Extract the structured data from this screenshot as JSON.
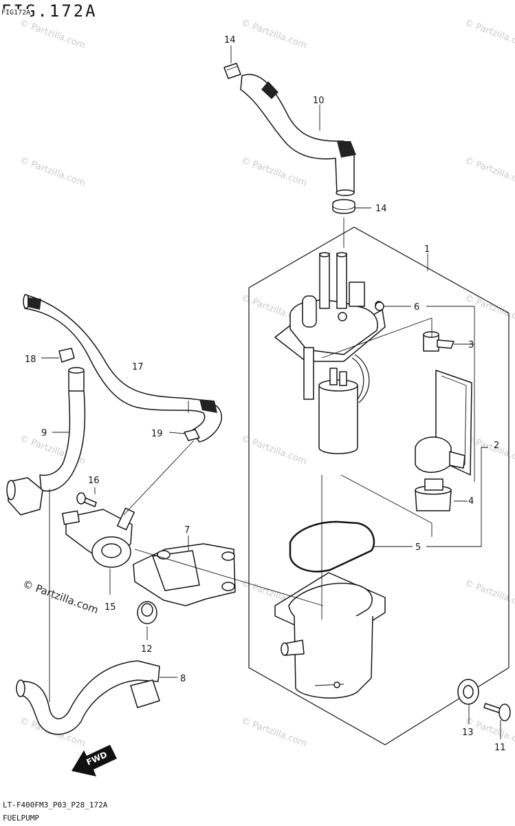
{
  "header": {
    "figure_code": "FIG.172A",
    "figure_code_small": "FIG172A"
  },
  "footer": {
    "doc_code": "LT-F400FM3_P03_P28_172A",
    "assembly_name": "FUELPUMP"
  },
  "watermark": {
    "text": "© Partzilla.com",
    "text_spaced": "© Partzilla.com"
  },
  "callouts": {
    "c1": "1",
    "c2": "2",
    "c3": "3",
    "c4": "4",
    "c5": "5",
    "c6": "6",
    "c7": "7",
    "c8": "8",
    "c9": "9",
    "c10": "10",
    "c11": "11",
    "c12": "12",
    "c13": "13",
    "c14a": "14",
    "c14b": "14",
    "c15": "15",
    "c16": "16",
    "c17": "17",
    "c18": "18",
    "c19": "19"
  },
  "fwd_label": "FWD"
}
